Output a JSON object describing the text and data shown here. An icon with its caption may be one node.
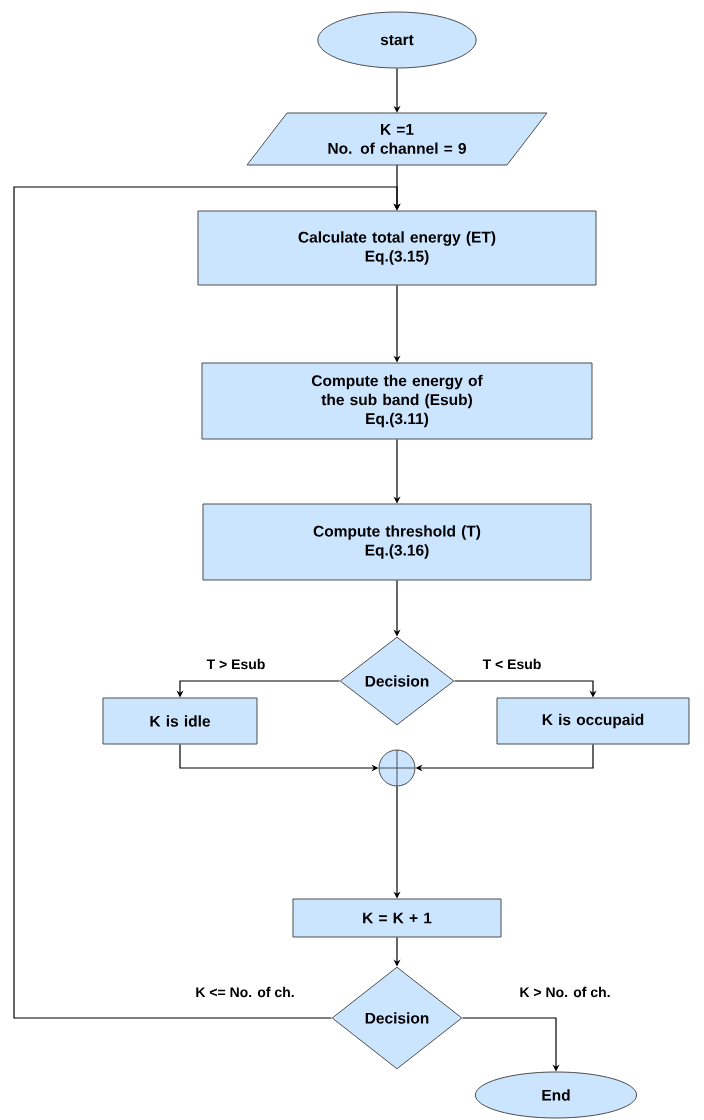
{
  "diagram": {
    "nodes": [
      {
        "text": [
          "start"
        ]
      },
      {
        "text": [
          "K =1",
          "No. of channel = 9"
        ]
      },
      {
        "text": [
          "Calculate total energy (ET)",
          "Eq.(3.15)"
        ]
      },
      {
        "text": [
          "Compute the energy of the sub band (Esub)",
          "Eq.(3.11)"
        ]
      },
      {
        "text": [
          "Compute threshold (T)",
          "Eq.(3.16)"
        ]
      },
      {
        "text": [
          "Decision"
        ]
      },
      {
        "text": [
          "K is idle"
        ]
      },
      {
        "text": [
          "K is occupaid"
        ]
      },
      {
        "text": [],
        "shape": "circle"
      },
      {
        "text": [
          "K = K + 1"
        ]
      },
      {
        "text": [
          "Decision"
        ]
      },
      {
        "text": [
          "End"
        ]
      }
    ],
    "edges": [
      {
        "from": 0,
        "to": 1,
        "arrow": "to"
      },
      {
        "from": 1,
        "to": 2,
        "arrow": "to"
      },
      {
        "from": 2,
        "to": 3,
        "arrow": "to"
      },
      {
        "from": 3,
        "to": 4,
        "arrow": "to"
      },
      {
        "from": 4,
        "to": 5,
        "arrow": "to"
      },
      {
        "from": 5,
        "to": 6,
        "arrow": "to",
        "label": "T > Esub"
      },
      {
        "from": 5,
        "to": 7,
        "arrow": "to",
        "label": "T < Esub"
      },
      {
        "from": 6,
        "to": 8,
        "arrow": "to"
      },
      {
        "from": 7,
        "to": 8,
        "arrow": "to"
      },
      {
        "from": 8,
        "to": 9,
        "arrow": "to"
      },
      {
        "from": 9,
        "to": 10,
        "arrow": "to"
      },
      {
        "from": 10,
        "to": 2,
        "arrow": "to",
        "label": "K <= No. of ch."
      },
      {
        "from": 10,
        "to": 11,
        "arrow": "to",
        "label": "K > No. of ch."
      }
    ]
  }
}
